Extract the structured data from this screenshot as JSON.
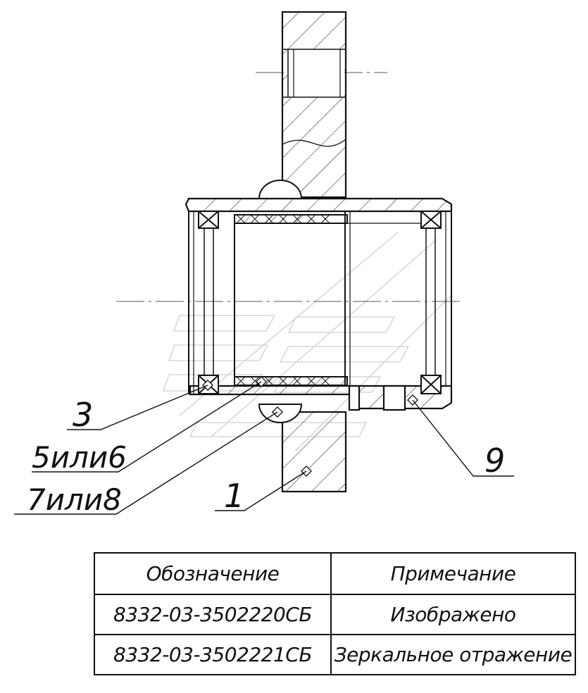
{
  "callouts": [
    {
      "id": "callout-3",
      "label": "3"
    },
    {
      "id": "callout-5",
      "label": "5или6"
    },
    {
      "id": "callout-7",
      "label": "7или8"
    },
    {
      "id": "callout-1",
      "label": "1"
    },
    {
      "id": "callout-9",
      "label": "9"
    }
  ],
  "table": {
    "headers": [
      "Обозначение",
      "Примечание"
    ],
    "rows": [
      [
        "8332-03-3502220СБ",
        "Изображено"
      ],
      [
        "8332-03-3502221СБ",
        "Зеркальное отражение"
      ]
    ]
  }
}
